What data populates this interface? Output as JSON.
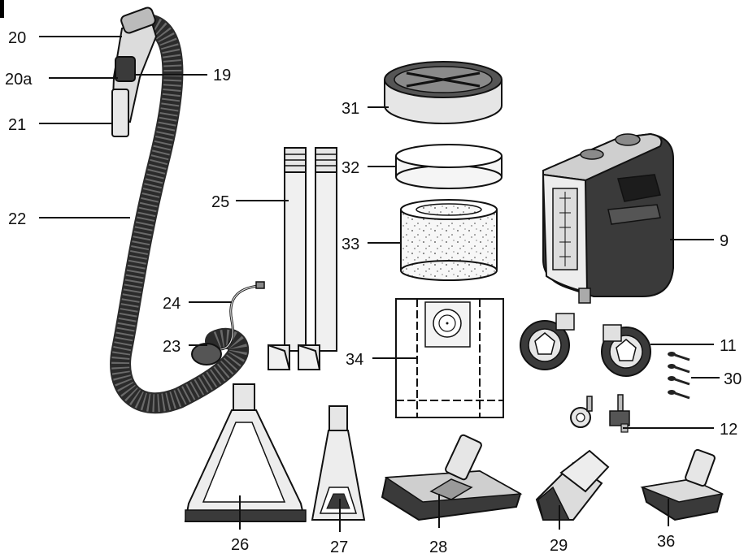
{
  "colors": {
    "line": "#111111",
    "part_fill": "#e6e6e6",
    "part_dark": "#3a3a3a",
    "hose": "#2b2b2b",
    "foam": "#f2f2f2"
  },
  "labels": [
    {
      "id": "20",
      "text": "20"
    },
    {
      "id": "20a",
      "text": "20a"
    },
    {
      "id": "19",
      "text": "19"
    },
    {
      "id": "21",
      "text": "21"
    },
    {
      "id": "22",
      "text": "22"
    },
    {
      "id": "24",
      "text": "24"
    },
    {
      "id": "23",
      "text": "23"
    },
    {
      "id": "25",
      "text": "25"
    },
    {
      "id": "31",
      "text": "31"
    },
    {
      "id": "32",
      "text": "32"
    },
    {
      "id": "33",
      "text": "33"
    },
    {
      "id": "34",
      "text": "34"
    },
    {
      "id": "9",
      "text": "9"
    },
    {
      "id": "11",
      "text": "11"
    },
    {
      "id": "30",
      "text": "30"
    },
    {
      "id": "12",
      "text": "12"
    },
    {
      "id": "26",
      "text": "26"
    },
    {
      "id": "27",
      "text": "27"
    },
    {
      "id": "28",
      "text": "28"
    },
    {
      "id": "29",
      "text": "29"
    },
    {
      "id": "36",
      "text": "36"
    }
  ],
  "icons": {
    "hose": "vacuum-hose-icon",
    "tank": "water-tank-icon",
    "wheel": "caster-wheel-icon",
    "screw": "screw-icon"
  }
}
